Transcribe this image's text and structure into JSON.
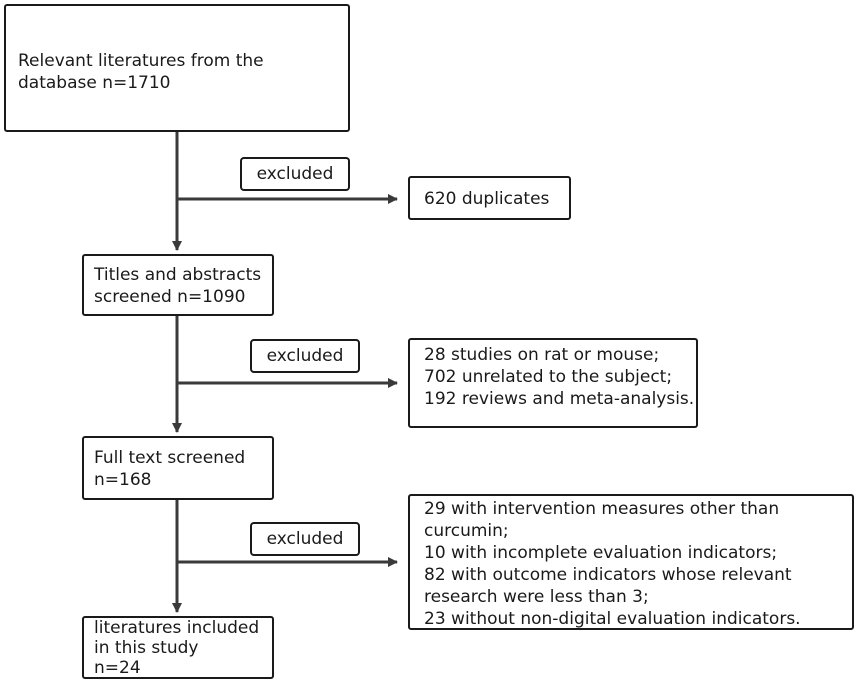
{
  "diagram": {
    "stages": [
      {
        "lines": [
          "Relevant literatures from the",
          "database n=1710"
        ]
      },
      {
        "lines": [
          "Titles and abstracts",
          "screened n=1090"
        ]
      },
      {
        "lines": [
          "Full text screened",
          "n=168"
        ]
      },
      {
        "lines": [
          "literatures included",
          "in this study",
          "n=24"
        ]
      }
    ],
    "exclusion_label": "excluded",
    "exclusions": [
      {
        "lines": [
          "620 duplicates"
        ]
      },
      {
        "lines": [
          "28 studies on rat or mouse;",
          "702 unrelated to the subject;",
          "192 reviews and meta-analysis."
        ]
      },
      {
        "lines": [
          "29 with intervention measures other than",
          "curcumin;",
          "10 with incomplete evaluation indicators;",
          "82 with outcome indicators whose relevant",
          "research were less than 3;",
          "23 without non-digital evaluation indicators."
        ]
      }
    ]
  },
  "colors": {
    "stroke": "#3a3a3a",
    "text": "#1a1a1a"
  }
}
